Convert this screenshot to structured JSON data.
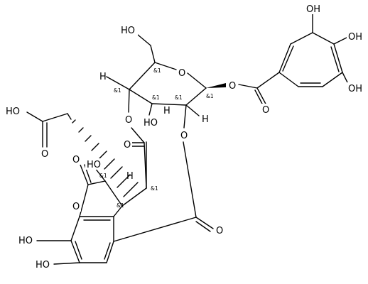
{
  "molecule": {
    "atom_labels": {
      "hydroxymethyl_oh": "HO",
      "ring_oxygen": "O",
      "ester_o_galloyl": "O",
      "galloyl_carbonyl_o": "O",
      "galloyl_oh_3": "OH",
      "galloyl_oh_4": "OH",
      "galloyl_oh_5": "OH",
      "sugar_h_c4": "H",
      "sugar_o_c4": "O",
      "sugar_c3_oh": "HO",
      "sugar_h_c2": "H",
      "sugar_h_c1": "H",
      "sugar_o_c2": "O",
      "acid_oh": "HO",
      "acid_carbonyl_o": "O",
      "bridge_carbonyl_o1": "O",
      "bridge_carbonyl_o2": "O",
      "lactone_carbonyl_o": "O",
      "lactone_c_oh": "HO",
      "lactone_c_h": "H",
      "lactone_ring_o": "O",
      "ar_oh_8": "HO",
      "ar_oh_7": "HO"
    },
    "stereo_labels": {
      "c5": "&1",
      "c4": "&1",
      "c3": "&1",
      "c2": "&1",
      "c1": "&1",
      "ca": "&1",
      "cb": "&1",
      "cc": "&1"
    }
  }
}
